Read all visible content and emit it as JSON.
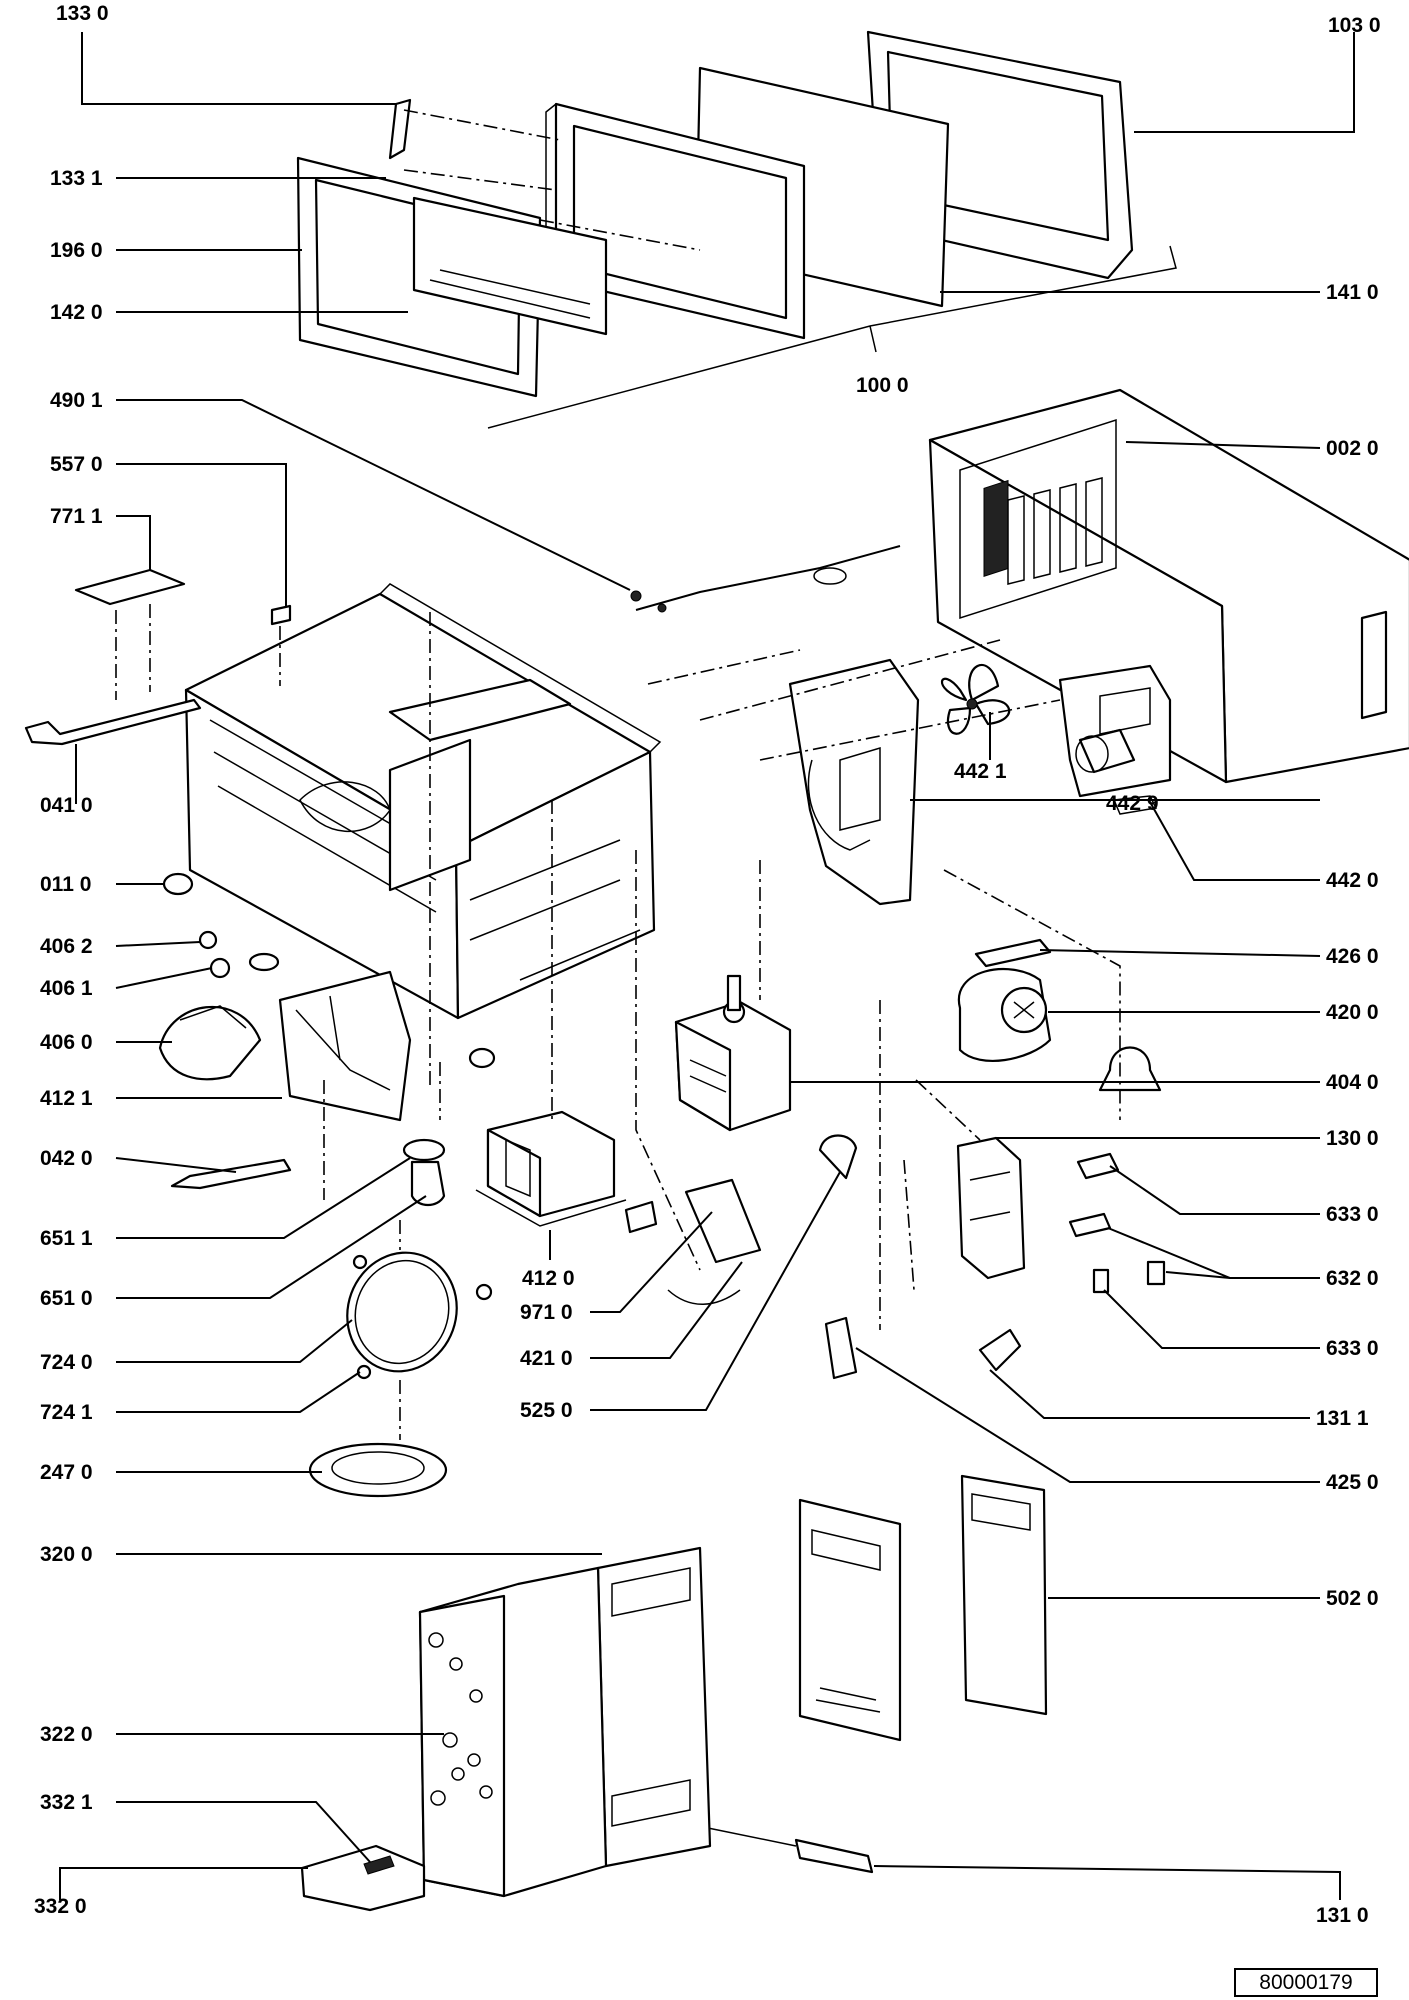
{
  "drawing_number": "80000179",
  "labels": [
    {
      "id": "1330",
      "text": "133 0"
    },
    {
      "id": "1331",
      "text": "133 1"
    },
    {
      "id": "1960",
      "text": "196 0"
    },
    {
      "id": "1420",
      "text": "142 0"
    },
    {
      "id": "1030",
      "text": "103 0"
    },
    {
      "id": "1410",
      "text": "141 0"
    },
    {
      "id": "1000",
      "text": "100 0"
    },
    {
      "id": "4901",
      "text": "490 1"
    },
    {
      "id": "5570",
      "text": "557 0"
    },
    {
      "id": "7711",
      "text": "771 1"
    },
    {
      "id": "0020",
      "text": "002 0"
    },
    {
      "id": "0410",
      "text": "041 0"
    },
    {
      "id": "4421",
      "text": "442 1"
    },
    {
      "id": "4429",
      "text": "442 9"
    },
    {
      "id": "0110",
      "text": "011 0"
    },
    {
      "id": "4420",
      "text": "442 0"
    },
    {
      "id": "4062",
      "text": "406 2"
    },
    {
      "id": "4061",
      "text": "406 1"
    },
    {
      "id": "4260",
      "text": "426 0"
    },
    {
      "id": "4200",
      "text": "420 0"
    },
    {
      "id": "4060",
      "text": "406 0"
    },
    {
      "id": "4040",
      "text": "404 0"
    },
    {
      "id": "4121",
      "text": "412 1"
    },
    {
      "id": "1300",
      "text": "130 0"
    },
    {
      "id": "0420",
      "text": "042 0"
    },
    {
      "id": "6330a",
      "text": "633 0"
    },
    {
      "id": "6511",
      "text": "651 1"
    },
    {
      "id": "4120",
      "text": "412 0"
    },
    {
      "id": "6320",
      "text": "632 0"
    },
    {
      "id": "6510",
      "text": "651 0"
    },
    {
      "id": "9710",
      "text": "971 0"
    },
    {
      "id": "6330b",
      "text": "633 0"
    },
    {
      "id": "7240",
      "text": "724 0"
    },
    {
      "id": "4210",
      "text": "421 0"
    },
    {
      "id": "7241",
      "text": "724 1"
    },
    {
      "id": "5250",
      "text": "525 0"
    },
    {
      "id": "1311",
      "text": "131 1"
    },
    {
      "id": "2470",
      "text": "247 0"
    },
    {
      "id": "4250",
      "text": "425 0"
    },
    {
      "id": "3200",
      "text": "320 0"
    },
    {
      "id": "5020",
      "text": "502 0"
    },
    {
      "id": "3220",
      "text": "322 0"
    },
    {
      "id": "3321",
      "text": "332 1"
    },
    {
      "id": "3320",
      "text": "332 0"
    },
    {
      "id": "1310",
      "text": "131 0"
    }
  ]
}
